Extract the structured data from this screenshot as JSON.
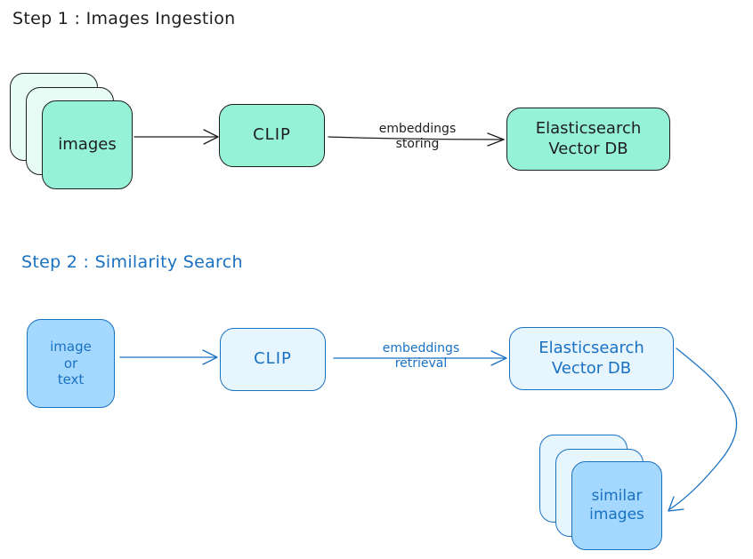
{
  "step1": {
    "heading": "Step 1 : Images Ingestion",
    "images_label": "images",
    "clip_label": "CLIP",
    "arrow_label": "embeddings\nstoring",
    "db_label": "Elasticsearch\nVector DB"
  },
  "step2": {
    "heading": "Step 2 : Similarity Search",
    "input_label": "image\nor\ntext",
    "clip_label": "CLIP",
    "arrow_label": "embeddings\nretrieval",
    "db_label": "Elasticsearch\nVector DB",
    "output_label": "similar\nimages"
  },
  "colors": {
    "dark_stroke": "#1e1e1e",
    "teal_fill": "#96f2d7",
    "teal_light_fill": "#e6fcf5",
    "blue_stroke": "#1971c2",
    "blue_fill": "#a5d8ff",
    "blue_light_fill": "#e7f5ff"
  }
}
